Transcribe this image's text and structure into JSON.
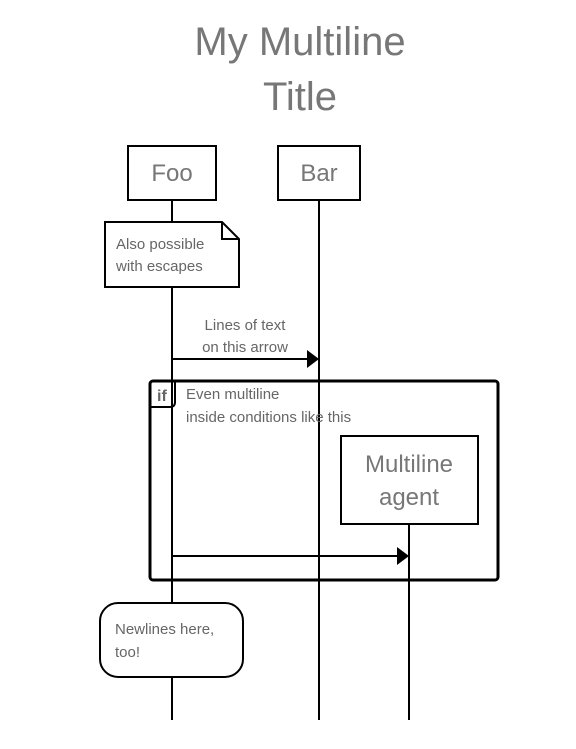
{
  "title": {
    "line1": "My Multiline",
    "line2": "Title"
  },
  "agents": {
    "foo": "Foo",
    "bar": "Bar",
    "multiline": {
      "line1": "Multiline",
      "line2": "agent"
    }
  },
  "note_top": {
    "line1": "Also possible",
    "line2": "with escapes"
  },
  "message1": {
    "line1": "Lines of text",
    "line2": "on this arrow"
  },
  "frame": {
    "keyword": "if",
    "label_line1": "Even multiline",
    "label_line2": "inside conditions like this"
  },
  "note_bottom": {
    "line1": "Newlines here,",
    "line2": "too!"
  }
}
